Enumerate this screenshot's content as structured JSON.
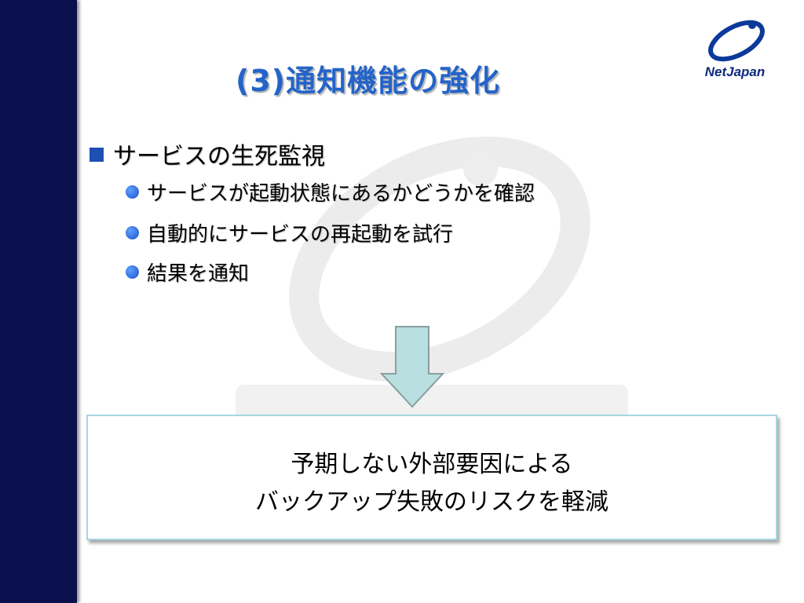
{
  "title": "(3)通知機能の強化",
  "logo": {
    "text": "NetJapan"
  },
  "main_item": {
    "label": "サービスの生死監視"
  },
  "sub_items": [
    {
      "label": "サービスが起動状態にあるかどうかを確認"
    },
    {
      "label": "自動的にサービスの再起動を試行"
    },
    {
      "label": "結果を通知"
    }
  ],
  "result": {
    "line1": "予期しない外部要因による",
    "line2": "バックアップ失敗のリスクを軽減"
  },
  "colors": {
    "left_bar": "#0a0f4e",
    "title": "#2463c9",
    "bullet": "#1e4fb3",
    "arrow_fill": "#b9dfe0",
    "box_border": "#a6d6e0"
  }
}
